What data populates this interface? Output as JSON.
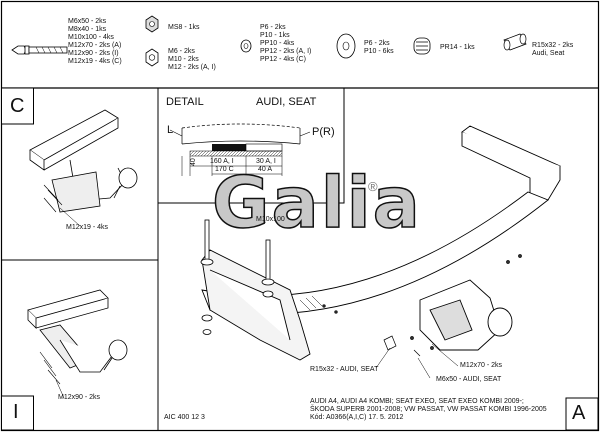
{
  "hardware": {
    "group_bolts": [
      "M6x50 - 2ks",
      "M8x40 - 1ks",
      "M10x100 - 4ks",
      "M12x70 - 2ks (A)",
      "M12x90 - 2ks (I)",
      "M12x19 - 4ks (C)"
    ],
    "group_nut1": [
      "MS8 - 1ks"
    ],
    "group_nut2": [
      "M6 - 2ks",
      "M10 - 2ks",
      "M12 - 2ks (A, I)"
    ],
    "group_washers": [
      "P6 - 2ks",
      "P10 - 1ks",
      "PP10 - 4ks",
      "PP12 - 2ks (A, I)",
      "PP12 - 4ks (C)"
    ],
    "group_large_washer": [
      "P6 - 2ks",
      "P10 - 6ks"
    ],
    "group_spring": [
      "PR14 - 1ks"
    ],
    "group_spacer": [
      "R15x32 - 2ks",
      "Audi, Seat"
    ]
  },
  "panels": {
    "c_letter": "C",
    "i_letter": "I",
    "a_letter": "A"
  },
  "detail": {
    "title_left": "DETAIL",
    "title_right": "AUDI, SEAT",
    "label_left": "L",
    "label_right": "P(R)",
    "dim_160": "160 A, I",
    "dim_30": "30 A, I",
    "dim_170": "170 C",
    "dim_40": "40 A",
    "dim_40_vertical": "40"
  },
  "brand": {
    "logo_text": "Galia",
    "registered": "®"
  },
  "callouts": {
    "c_bolt": "M12x19 - 4ks",
    "i_bolt": "M12x90 - 2ks",
    "main_bolt_top": "M10x100",
    "spacer": "R15x32 - AUDI, SEAT",
    "m12x70": "M12x70 - 2ks",
    "m6x50": "M6x50 - AUDI, SEAT"
  },
  "footer": {
    "code": "AIC 400 12 3",
    "fitment": [
      "AUDI A4, AUDI A4 KOMBI; SEAT EXEO, SEAT EXEO KOMBI 2009-;",
      "ŠKODA SUPERB 2001-2008; VW PASSAT, VW PASSAT KOMBI 1996-2005",
      "Kód: A0366(A,I,C)  17. 5. 2012"
    ]
  }
}
